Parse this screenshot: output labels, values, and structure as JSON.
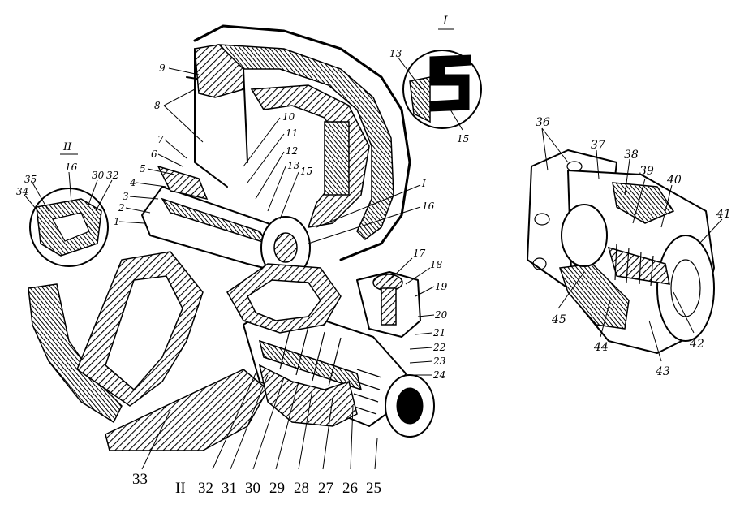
{
  "figure": {
    "callouts_main": [
      "1",
      "2",
      "3",
      "4",
      "5",
      "6",
      "7",
      "8",
      "9",
      "10",
      "11",
      "12",
      "13",
      "15",
      "16",
      "17",
      "18",
      "19",
      "20",
      "21",
      "22",
      "23",
      "24"
    ],
    "callouts_bottom": [
      "33",
      "II",
      "32",
      "31",
      "30",
      "29",
      "28",
      "27",
      "26",
      "25"
    ],
    "callouts_right": [
      "36",
      "37",
      "38",
      "39",
      "40",
      "41",
      "42",
      "43",
      "44",
      "45"
    ],
    "detail_I": {
      "title": "I",
      "callouts": [
        "13",
        "15"
      ]
    },
    "detail_II": {
      "title": "II",
      "callouts": [
        "16",
        "30",
        "32",
        "35",
        "34"
      ]
    },
    "section_mark_I": "I"
  }
}
